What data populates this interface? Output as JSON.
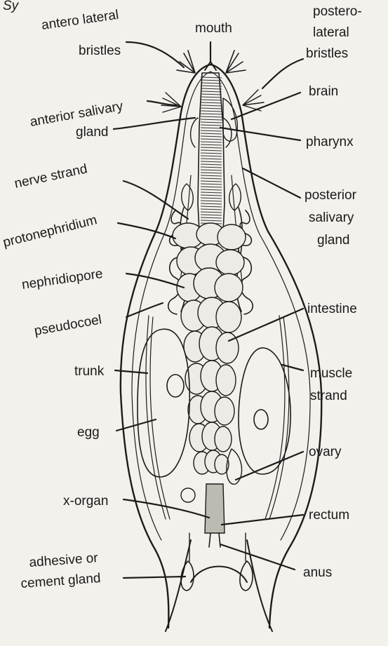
{
  "labels": {
    "top_fragment": "Sy",
    "antero_lateral_bristles_1": "antero lateral",
    "antero_lateral_bristles_2": "bristles",
    "mouth": "mouth",
    "postero_lateral_bristles_1": "postero-",
    "postero_lateral_bristles_2": "lateral",
    "postero_lateral_bristles_3": "bristles",
    "anterior_salivary_gland_1": "anterior salivary",
    "anterior_salivary_gland_2": "gland",
    "brain": "brain",
    "pharynx": "pharynx",
    "nerve_strand": "nerve strand",
    "posterior_salivary_gland_1": "posterior",
    "posterior_salivary_gland_2": "salivary",
    "posterior_salivary_gland_3": "gland",
    "protonephridium": "protonephridium",
    "nephridiopore": "nephridiopore",
    "intestine": "intestine",
    "pseudocoel": "pseudocoel",
    "trunk": "trunk",
    "muscle_strand_1": "muscle",
    "muscle_strand_2": "strand",
    "egg": "egg",
    "ovary": "ovary",
    "x_organ": "x-organ",
    "rectum": "rectum",
    "adhesive_gland_1": "adhesive or",
    "adhesive_gland_2": "cement gland",
    "anus": "anus"
  }
}
